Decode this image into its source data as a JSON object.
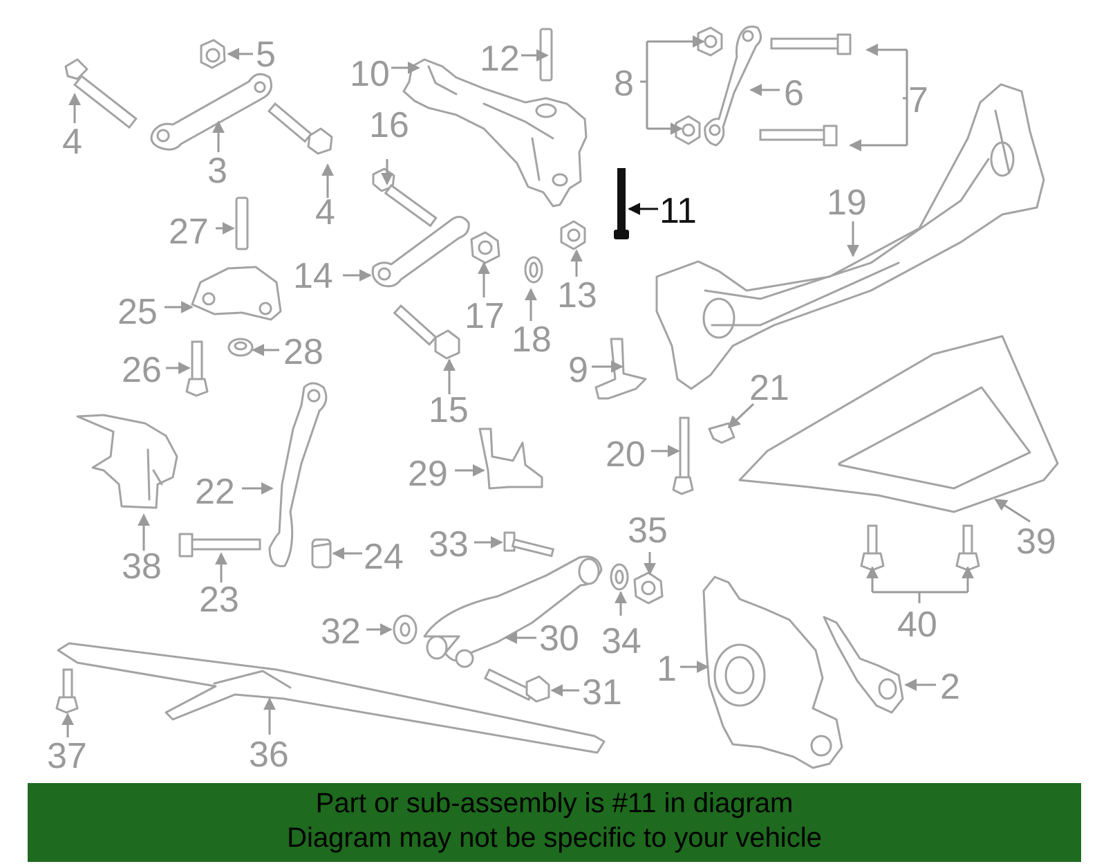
{
  "diagram": {
    "highlighted_part": "11",
    "colors": {
      "part_lines": "#a3a3a3",
      "highlight": "#111111",
      "banner_bg": "#1e6a1e",
      "banner_text": "#000000",
      "background": "#ffffff"
    },
    "callouts": [
      "1",
      "2",
      "3",
      "4",
      "4",
      "5",
      "6",
      "7",
      "8",
      "9",
      "10",
      "11",
      "12",
      "13",
      "14",
      "15",
      "16",
      "17",
      "18",
      "19",
      "20",
      "21",
      "22",
      "23",
      "24",
      "25",
      "26",
      "27",
      "28",
      "29",
      "30",
      "31",
      "32",
      "33",
      "34",
      "35",
      "36",
      "37",
      "38",
      "39",
      "40"
    ]
  },
  "banner": {
    "line1": "Part or sub-assembly is #11 in diagram",
    "line2": "Diagram may not be specific to your vehicle"
  }
}
